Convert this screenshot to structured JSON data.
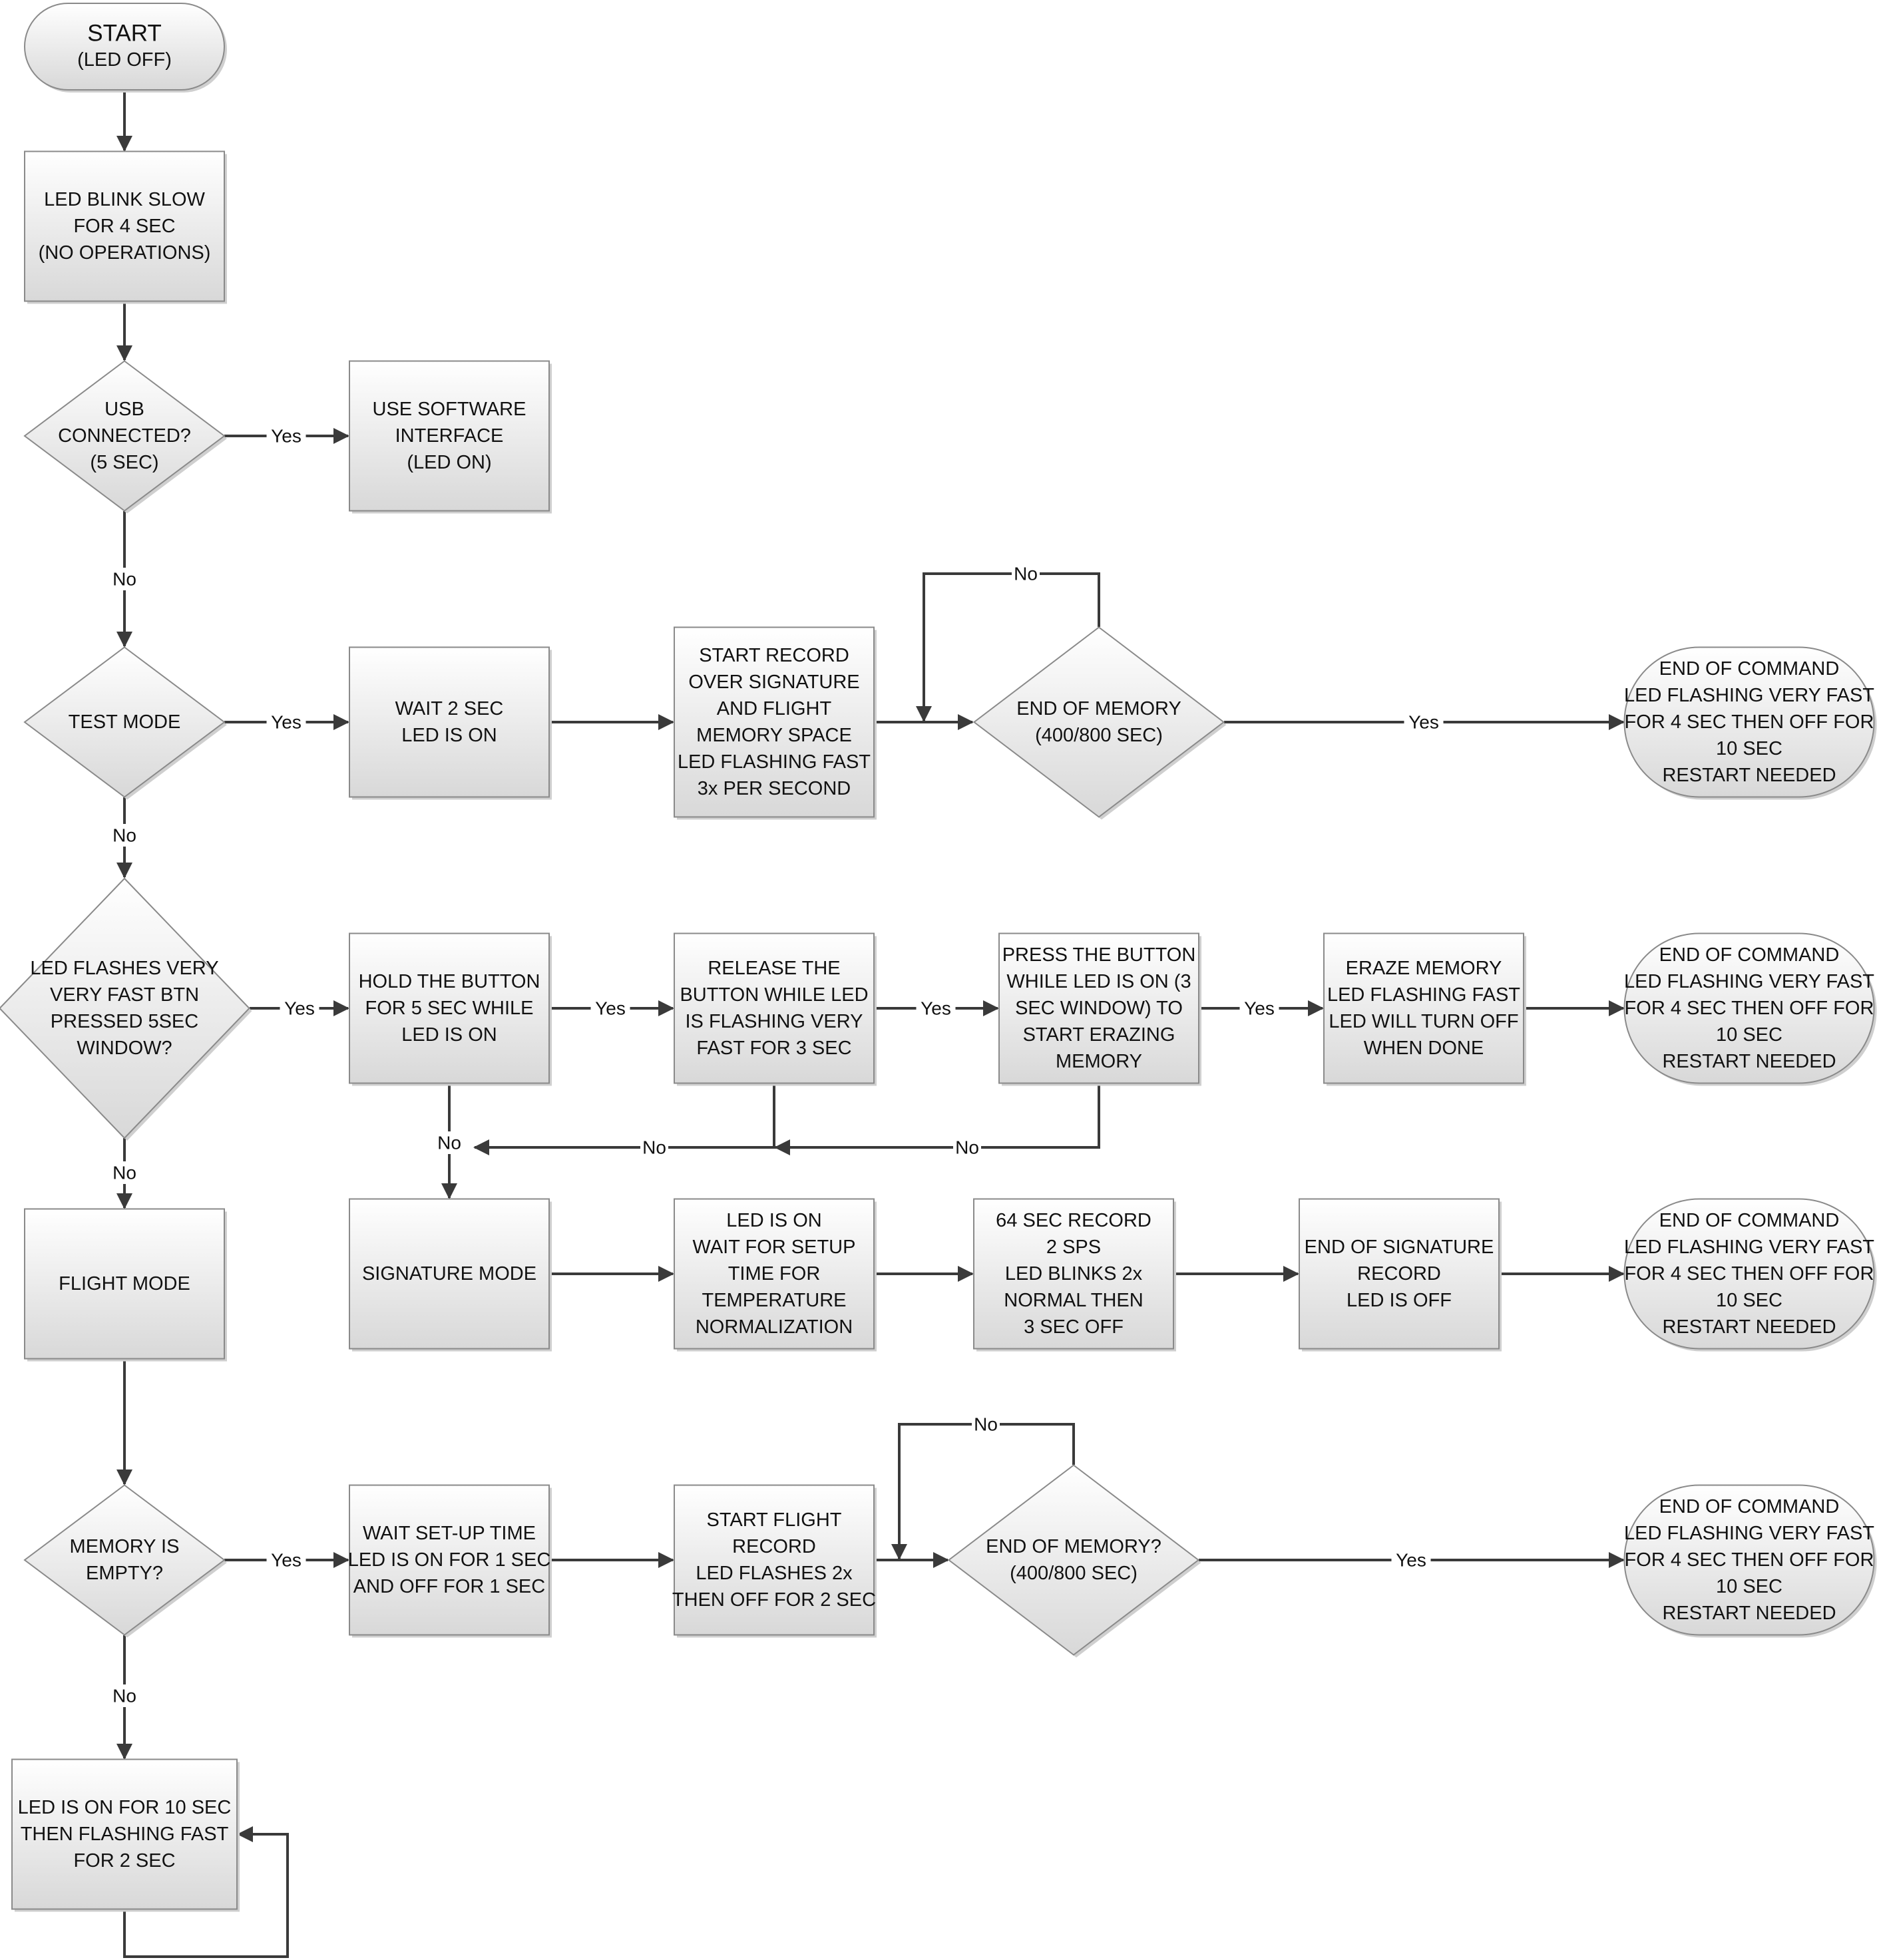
{
  "nodes": [
    {
      "id": "start",
      "shape": "pill",
      "lines": [
        "START",
        "(LED OFF)"
      ]
    },
    {
      "id": "blink_slow",
      "shape": "rect",
      "lines": [
        "LED BLINK SLOW",
        "FOR 4 SEC",
        "(NO OPERATIONS)"
      ]
    },
    {
      "id": "usb",
      "shape": "diamond",
      "lines": [
        "USB",
        "CONNECTED?",
        "(5 SEC)"
      ]
    },
    {
      "id": "software",
      "shape": "rect",
      "lines": [
        "USE SOFTWARE",
        "INTERFACE",
        "(LED ON)"
      ]
    },
    {
      "id": "test_mode",
      "shape": "diamond",
      "lines": [
        "TEST MODE"
      ]
    },
    {
      "id": "wait2",
      "shape": "rect",
      "lines": [
        "WAIT 2 SEC",
        "LED IS ON"
      ]
    },
    {
      "id": "start_record",
      "shape": "rect",
      "lines": [
        "START RECORD",
        "OVER SIGNATURE",
        "AND FLIGHT",
        "MEMORY SPACE",
        "LED FLASHING FAST",
        "3x PER SECOND"
      ]
    },
    {
      "id": "end_mem1",
      "shape": "diamond",
      "lines": [
        "END OF MEMORY",
        "(400/800 SEC)"
      ]
    },
    {
      "id": "end_cmd1",
      "shape": "pill",
      "lines": [
        "END OF COMMAND",
        "LED FLASHING  VERY FAST",
        "FOR 4 SEC THEN OFF FOR",
        "10 SEC",
        "RESTART NEEDED"
      ]
    },
    {
      "id": "led_flashes",
      "shape": "diamond",
      "lines": [
        "LED FLASHES VERY",
        "VERY FAST BTN",
        "PRESSED 5SEC",
        "WINDOW?"
      ]
    },
    {
      "id": "hold_btn",
      "shape": "rect",
      "lines": [
        "HOLD THE BUTTON",
        "FOR 5 SEC WHILE",
        "LED IS ON"
      ]
    },
    {
      "id": "release_btn",
      "shape": "rect",
      "lines": [
        "RELEASE THE",
        "BUTTON WHILE LED",
        "IS FLASHING VERY",
        "FAST FOR 3 SEC"
      ]
    },
    {
      "id": "press_btn",
      "shape": "rect",
      "lines": [
        "PRESS THE BUTTON",
        "WHILE LED IS ON (3",
        "SEC WINDOW) TO",
        "START ERAZING",
        "MEMORY"
      ]
    },
    {
      "id": "eraze",
      "shape": "rect",
      "lines": [
        "ERAZE MEMORY",
        "LED FLASHING FAST",
        "LED WILL TURN OFF",
        "WHEN DONE"
      ]
    },
    {
      "id": "end_cmd2",
      "shape": "pill",
      "lines": [
        "END OF COMMAND",
        "LED FLASHING  VERY FAST",
        "FOR 4 SEC THEN OFF FOR",
        "10 SEC",
        "RESTART NEEDED"
      ]
    },
    {
      "id": "flight_mode",
      "shape": "rect",
      "lines": [
        "FLIGHT MODE"
      ]
    },
    {
      "id": "signature_mode",
      "shape": "rect",
      "lines": [
        "SIGNATURE MODE"
      ]
    },
    {
      "id": "led_on_wait",
      "shape": "rect",
      "lines": [
        "LED IS ON",
        "WAIT FOR SETUP",
        "TIME FOR",
        "TEMPERATURE",
        "NORMALIZATION"
      ]
    },
    {
      "id": "sec64",
      "shape": "rect",
      "lines": [
        "64 SEC RECORD",
        "2 SPS",
        "LED BLINKS 2x",
        "NORMAL THEN",
        "3 SEC OFF"
      ]
    },
    {
      "id": "end_sig",
      "shape": "rect",
      "lines": [
        "END OF SIGNATURE",
        "RECORD",
        "LED IS OFF"
      ]
    },
    {
      "id": "end_cmd3",
      "shape": "pill",
      "lines": [
        "END OF COMMAND",
        "LED FLASHING  VERY FAST",
        "FOR 4 SEC THEN OFF FOR",
        "10 SEC",
        "RESTART NEEDED"
      ]
    },
    {
      "id": "mem_empty",
      "shape": "diamond",
      "lines": [
        "MEMORY IS",
        "EMPTY?"
      ]
    },
    {
      "id": "wait_setup",
      "shape": "rect",
      "lines": [
        "WAIT SET-UP TIME",
        "LED IS ON FOR 1 SEC",
        "AND OFF FOR 1 SEC"
      ]
    },
    {
      "id": "start_flight",
      "shape": "rect",
      "lines": [
        "START FLIGHT",
        "RECORD",
        "LED FLASHES 2x",
        "THEN OFF FOR 2 SEC"
      ]
    },
    {
      "id": "end_mem2",
      "shape": "diamond",
      "lines": [
        "END OF MEMORY?",
        "(400/800 SEC)"
      ]
    },
    {
      "id": "end_cmd4",
      "shape": "pill",
      "lines": [
        "END OF COMMAND",
        "LED FLASHING  VERY FAST",
        "FOR 4 SEC THEN OFF FOR",
        "10 SEC",
        "RESTART NEEDED"
      ]
    },
    {
      "id": "led_on10",
      "shape": "rect",
      "lines": [
        "LED IS ON FOR 10 SEC",
        "THEN FLASHING FAST",
        "FOR 2 SEC"
      ]
    }
  ],
  "edges": [
    {
      "id": "e_start_blink",
      "from": "start",
      "to": "blink_slow",
      "label": ""
    },
    {
      "id": "e_blink_usb",
      "from": "blink_slow",
      "to": "usb",
      "label": ""
    },
    {
      "id": "e_usb_software",
      "from": "usb",
      "to": "software",
      "label": "Yes"
    },
    {
      "id": "e_usb_test",
      "from": "usb",
      "to": "test_mode",
      "label": "No"
    },
    {
      "id": "e_test_wait2",
      "from": "test_mode",
      "to": "wait2",
      "label": "Yes"
    },
    {
      "id": "e_wait2_record",
      "from": "wait2",
      "to": "start_record",
      "label": ""
    },
    {
      "id": "e_record_endmem1",
      "from": "start_record",
      "to": "end_mem1",
      "label": ""
    },
    {
      "id": "e_endmem1_loop",
      "from": "end_mem1",
      "to": "end_mem1",
      "label": "No"
    },
    {
      "id": "e_endmem1_endcmd1",
      "from": "end_mem1",
      "to": "end_cmd1",
      "label": "Yes"
    },
    {
      "id": "e_test_ledflash",
      "from": "test_mode",
      "to": "led_flashes",
      "label": "No"
    },
    {
      "id": "e_ledflash_hold",
      "from": "led_flashes",
      "to": "hold_btn",
      "label": "Yes"
    },
    {
      "id": "e_hold_release",
      "from": "hold_btn",
      "to": "release_btn",
      "label": "Yes"
    },
    {
      "id": "e_release_press",
      "from": "release_btn",
      "to": "press_btn",
      "label": "Yes"
    },
    {
      "id": "e_press_eraze",
      "from": "press_btn",
      "to": "eraze",
      "label": "Yes"
    },
    {
      "id": "e_eraze_endcmd2",
      "from": "eraze",
      "to": "end_cmd2",
      "label": ""
    },
    {
      "id": "e_hold_sig",
      "from": "hold_btn",
      "to": "signature_mode",
      "label": "No"
    },
    {
      "id": "e_release_no",
      "from": "release_btn",
      "to": "signature_mode",
      "label": "No"
    },
    {
      "id": "e_press_no",
      "from": "press_btn",
      "to": "signature_mode",
      "label": "No"
    },
    {
      "id": "e_ledflash_flight",
      "from": "led_flashes",
      "to": "flight_mode",
      "label": "No"
    },
    {
      "id": "e_sig_ledon",
      "from": "signature_mode",
      "to": "led_on_wait",
      "label": ""
    },
    {
      "id": "e_ledon_64",
      "from": "led_on_wait",
      "to": "sec64",
      "label": ""
    },
    {
      "id": "e_64_endsig",
      "from": "sec64",
      "to": "end_sig",
      "label": ""
    },
    {
      "id": "e_endsig_endcmd3",
      "from": "end_sig",
      "to": "end_cmd3",
      "label": ""
    },
    {
      "id": "e_flight_mem",
      "from": "flight_mode",
      "to": "mem_empty",
      "label": ""
    },
    {
      "id": "e_mem_waitsetup",
      "from": "mem_empty",
      "to": "wait_setup",
      "label": "Yes"
    },
    {
      "id": "e_waitsetup_flight",
      "from": "wait_setup",
      "to": "start_flight",
      "label": ""
    },
    {
      "id": "e_flight_endmem2",
      "from": "start_flight",
      "to": "end_mem2",
      "label": ""
    },
    {
      "id": "e_endmem2_loop",
      "from": "end_mem2",
      "to": "end_mem2",
      "label": "No"
    },
    {
      "id": "e_endmem2_endcmd4",
      "from": "end_mem2",
      "to": "end_cmd4",
      "label": "Yes"
    },
    {
      "id": "e_mem_ledon10",
      "from": "mem_empty",
      "to": "led_on10",
      "label": "No"
    },
    {
      "id": "e_ledon10_loop",
      "from": "led_on10",
      "to": "led_on10",
      "label": ""
    }
  ]
}
